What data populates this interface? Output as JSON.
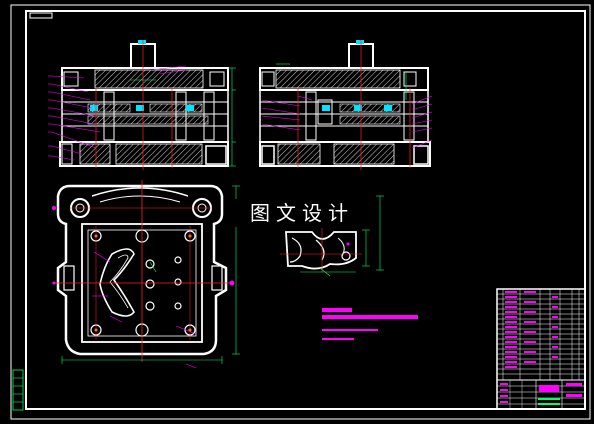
{
  "watermark": {
    "title": "图文设计"
  },
  "colors": {
    "background": "#000000",
    "frame": "#ffffff",
    "outline": "#ffffff",
    "hatch": "#ffffff",
    "centerline": "#ff2020",
    "dimension": "#00ff66",
    "leader": "#ff00ff",
    "marker": "#00e5ff",
    "note_bar": "#ff00ff"
  },
  "drawing": {
    "views": [
      "front-section-view",
      "side-section-view",
      "plan-view",
      "part-detail-view"
    ],
    "title_block": {
      "present": true
    },
    "notes_block": {
      "present": true
    }
  }
}
